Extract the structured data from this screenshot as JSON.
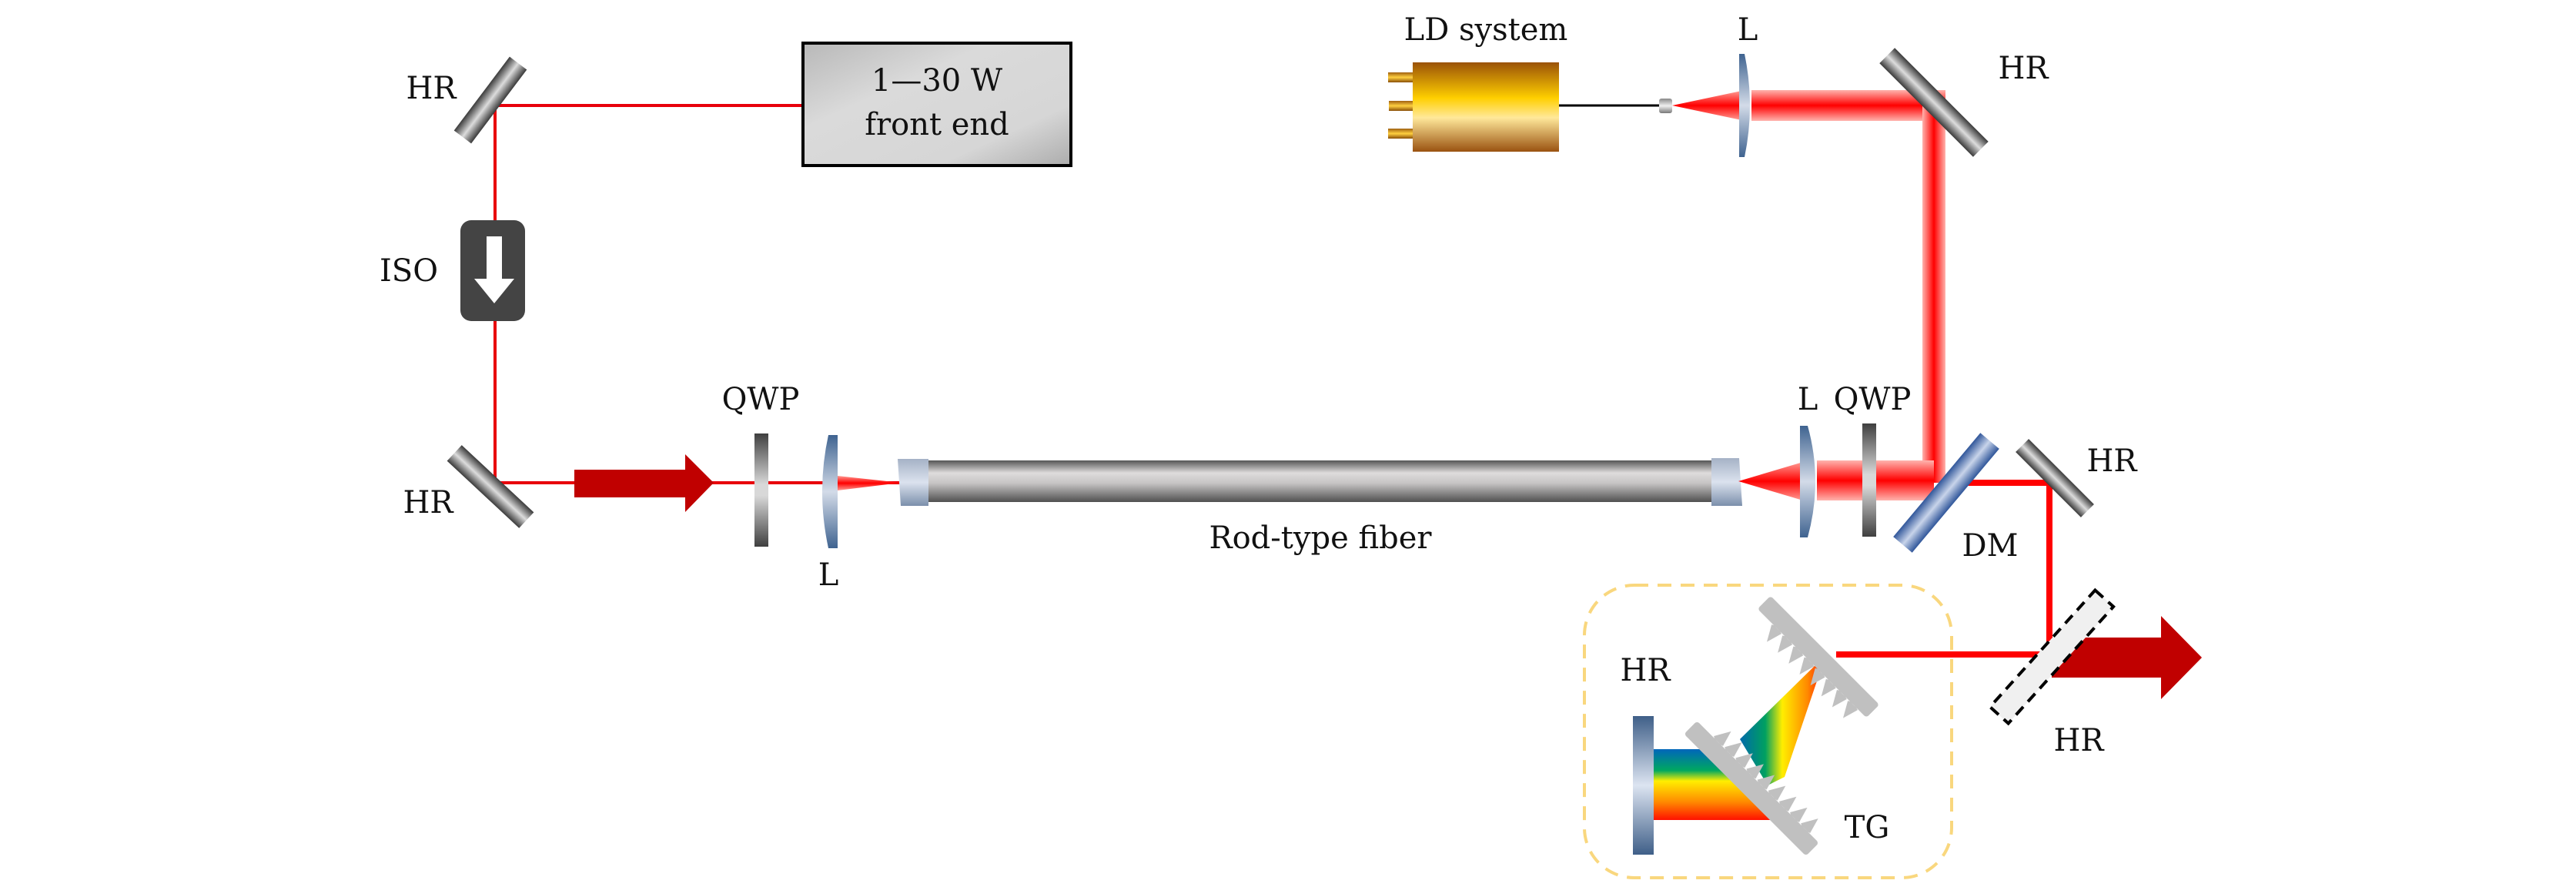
{
  "title": "Rod-type fiber amplifier with grating stretcher/compressor setup",
  "components": {
    "front_end": {
      "line1": "1—30 W",
      "line2": "front end"
    },
    "ld_system": {
      "label": "LD system"
    },
    "rod_fiber": {
      "label": "Rod-type fiber"
    },
    "labels": {
      "hr_top_left": "HR",
      "iso": "ISO",
      "hr_bottom_left": "HR",
      "qwp_left": "QWP",
      "lens_left": "L",
      "lens_pump": "L",
      "hr_pump": "HR",
      "lens_right": "L",
      "qwp_right": "QWP",
      "dm": "DM",
      "hr_right": "HR",
      "hr_grating": "HR",
      "tg": "TG",
      "hr_output": "HR"
    }
  },
  "colors": {
    "beam_red": "#e8000b",
    "arrow_red": "#c00000",
    "iso_dark": "#444444",
    "lens_blue": "#4a6a94",
    "dm_blue": "#3a5fa0",
    "grating_gray": "#c0c0c0",
    "dashed_box": "#f9d77e"
  }
}
